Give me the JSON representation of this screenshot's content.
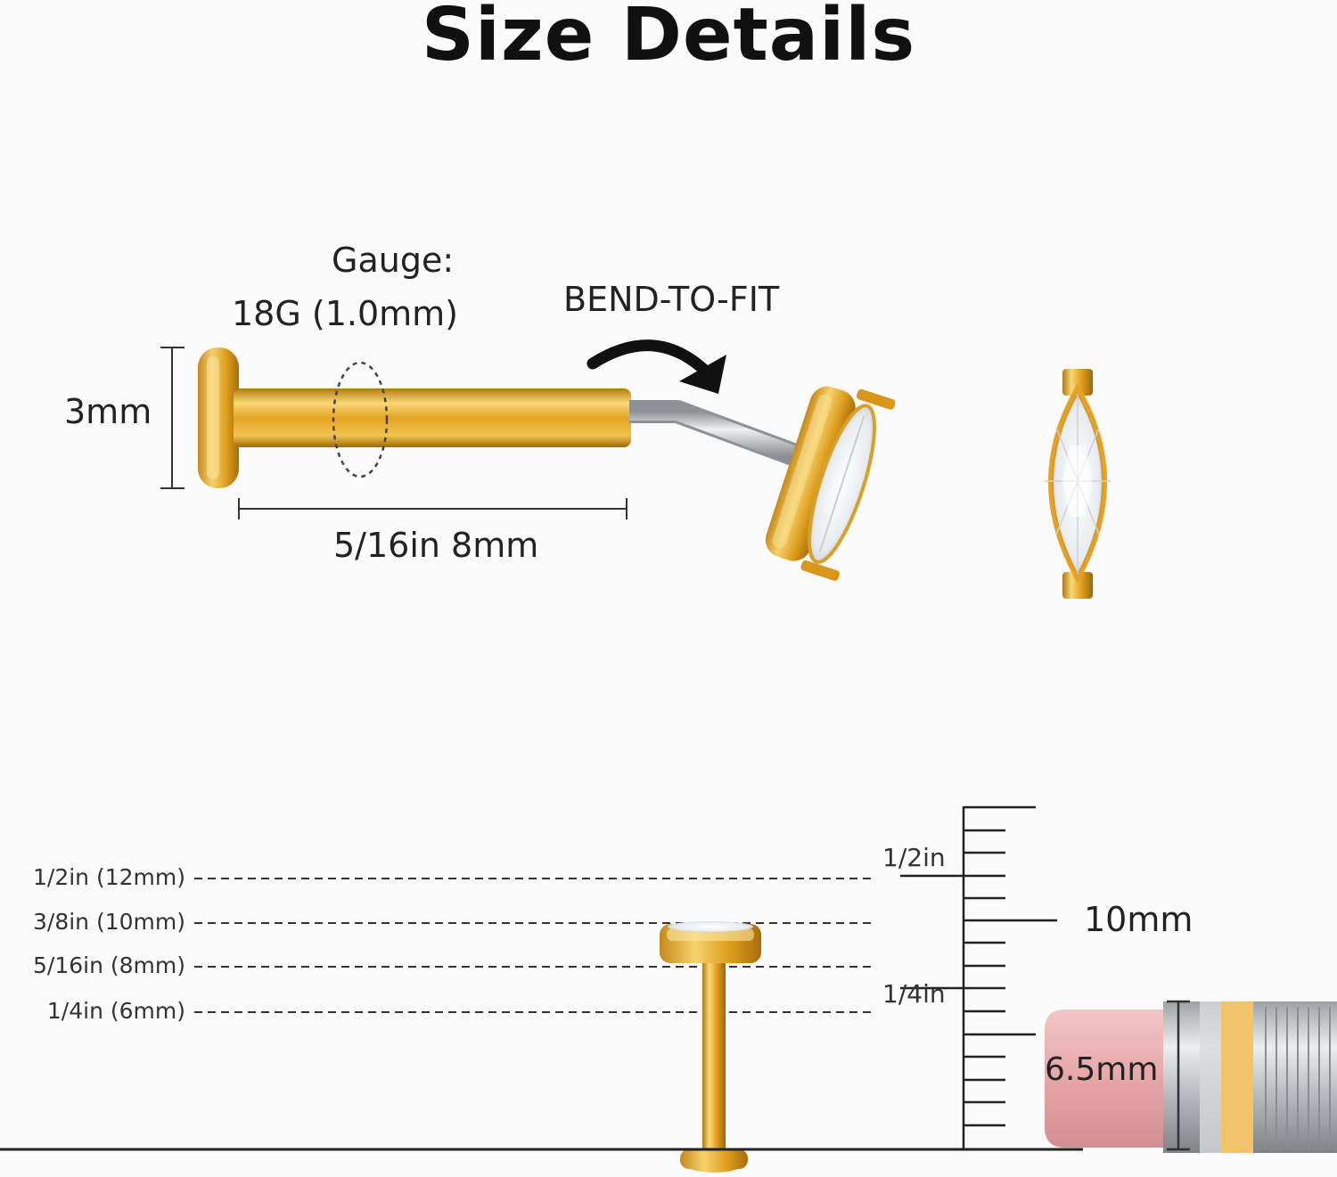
{
  "title": "Size Details",
  "top_diagram": {
    "gauge_label": "Gauge:",
    "gauge_value": "18G (1.0mm)",
    "bend_label": "BEND-TO-FIT",
    "height_label": "3mm",
    "length_label": "5/16in 8mm"
  },
  "scale_diagram": {
    "length_lines": [
      "1/2in (12mm)",
      "3/8in (10mm)",
      "5/16in (8mm)",
      "1/4in (6mm)"
    ],
    "ruler_half": "1/2in",
    "ruler_quarter": "1/4in",
    "ruler_10mm": "10mm",
    "eraser_label": "6.5mm"
  },
  "colors": {
    "gold": "#e0a11b",
    "gold_light": "#f7d57a",
    "gold_dark": "#a8700c",
    "eraser": "#e9aeb0",
    "silver": "#c9cccf"
  }
}
